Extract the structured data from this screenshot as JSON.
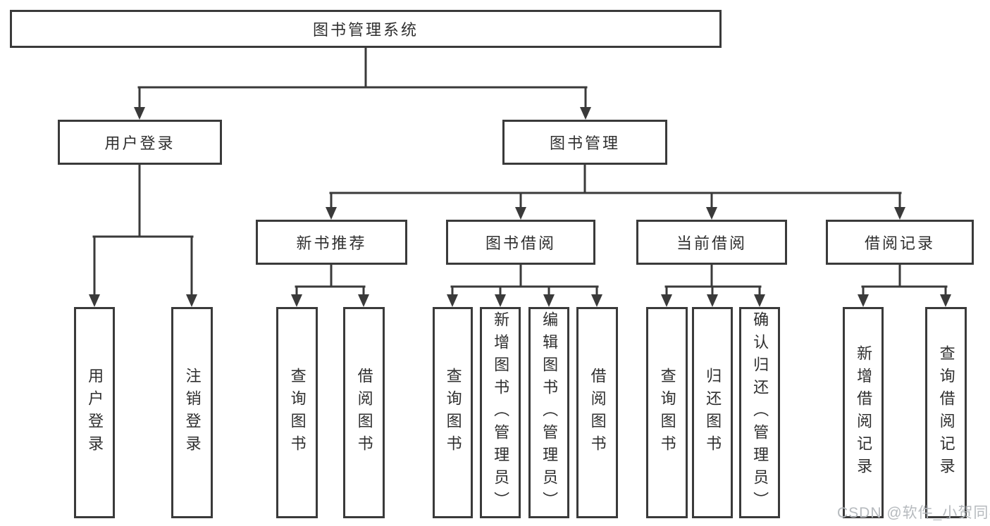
{
  "diagram": {
    "watermark": "CSDN @软件_小贺同学",
    "colors": {
      "line": "#3a3a3a",
      "text": "#2f2f2f",
      "box_bg": "#ffffff",
      "watermark": "#b6babe"
    },
    "tree": {
      "label": "图书管理系统",
      "children": [
        {
          "label": "用户登录",
          "children": [
            {
              "label": "用户登录"
            },
            {
              "label": "注销登录"
            }
          ]
        },
        {
          "label": "图书管理",
          "children": [
            {
              "label": "新书推荐",
              "children": [
                {
                  "label": "查询图书"
                },
                {
                  "label": "借阅图书"
                }
              ]
            },
            {
              "label": "图书借阅",
              "children": [
                {
                  "label": "查询图书"
                },
                {
                  "label": "新增图书（管理员）"
                },
                {
                  "label": "编辑图书（管理员）"
                },
                {
                  "label": "借阅图书"
                }
              ]
            },
            {
              "label": "当前借阅",
              "children": [
                {
                  "label": "查询图书"
                },
                {
                  "label": "归还图书"
                },
                {
                  "label": "确认归还（管理员）"
                }
              ]
            },
            {
              "label": "借阅记录",
              "children": [
                {
                  "label": "新增借阅记录"
                },
                {
                  "label": "查询借阅记录"
                }
              ]
            }
          ]
        }
      ]
    }
  }
}
